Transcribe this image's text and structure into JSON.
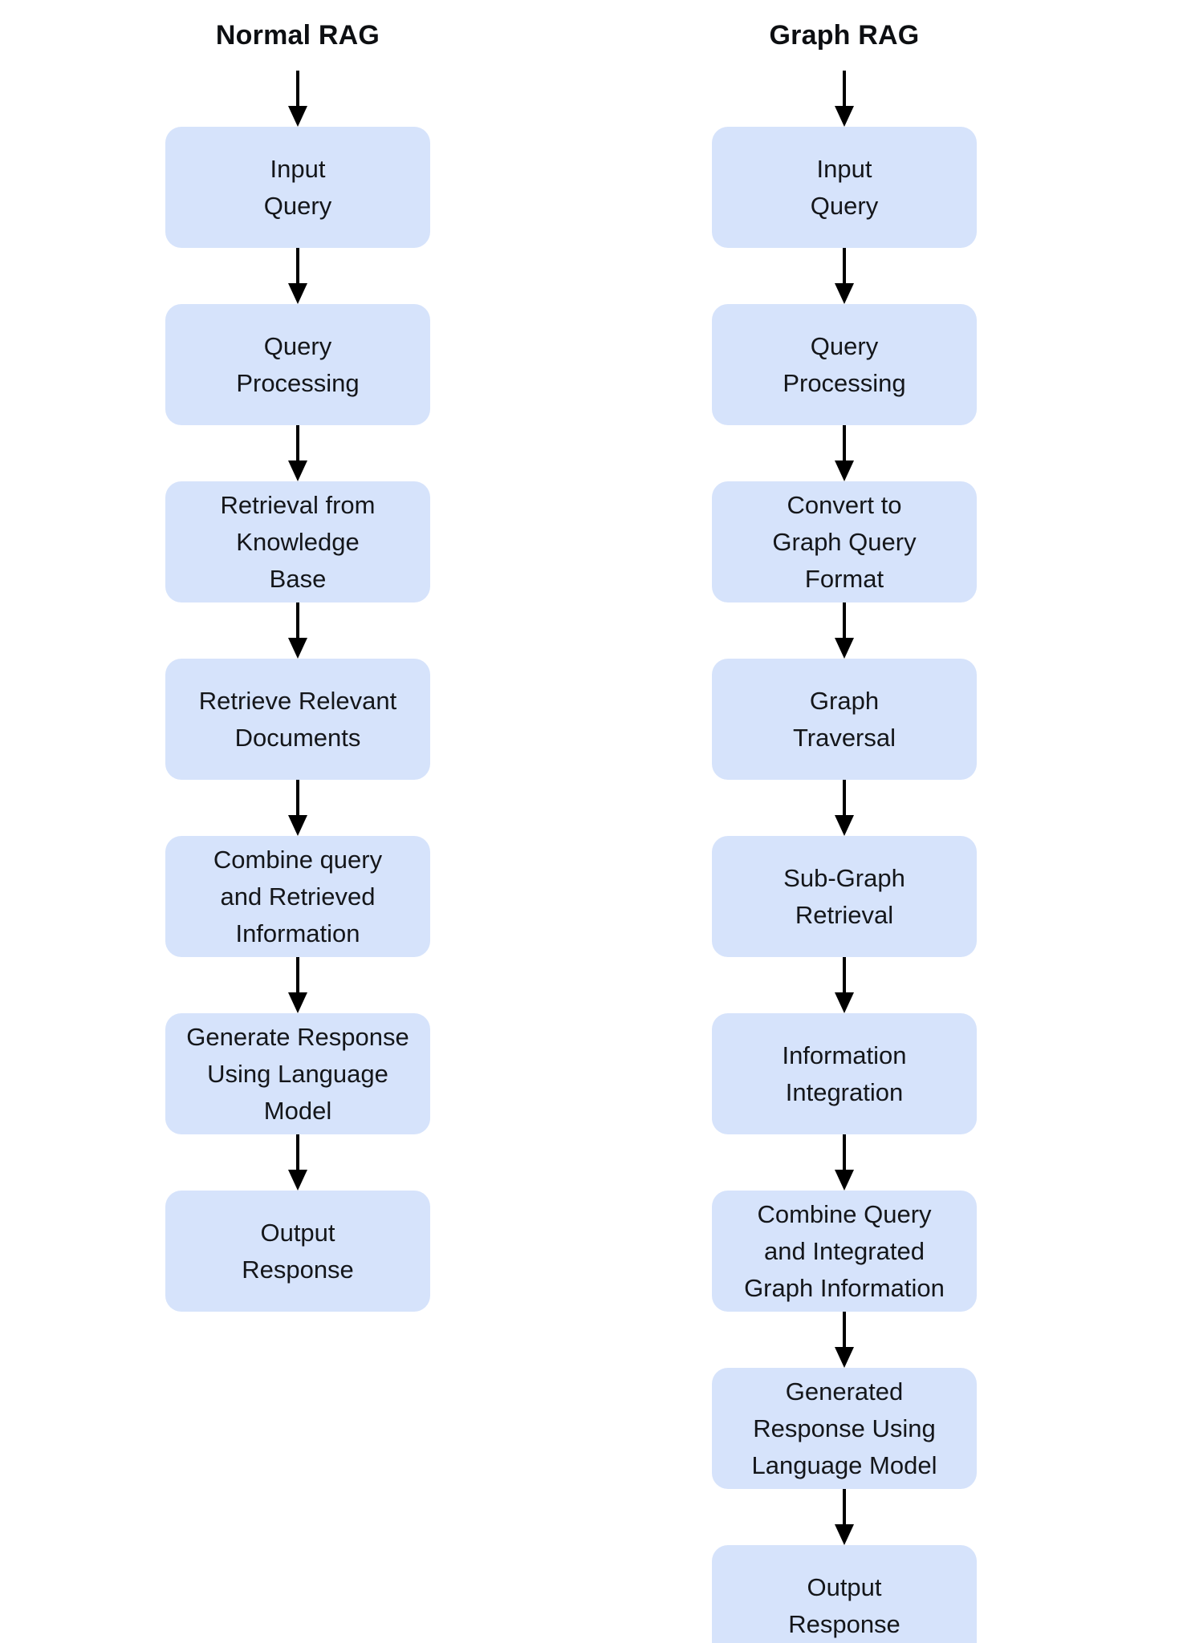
{
  "diagram": {
    "background_color": "#ffffff",
    "node_fill_color": "#d6e3fb",
    "node_text_color": "#14161a",
    "arrow_color": "#000000",
    "columns": [
      {
        "title": "Normal RAG",
        "nodes": [
          {
            "label": "Input\nQuery"
          },
          {
            "label": "Query\nProcessing"
          },
          {
            "label": "Retrieval from\nKnowledge\nBase"
          },
          {
            "label": "Retrieve Relevant\nDocuments"
          },
          {
            "label": "Combine query\nand Retrieved\nInformation"
          },
          {
            "label": "Generate Response\nUsing Language\nModel"
          },
          {
            "label": "Output\nResponse"
          }
        ]
      },
      {
        "title": "Graph RAG",
        "nodes": [
          {
            "label": "Input\nQuery"
          },
          {
            "label": "Query\nProcessing"
          },
          {
            "label": "Convert to\nGraph Query\nFormat"
          },
          {
            "label": "Graph\nTraversal"
          },
          {
            "label": "Sub-Graph\nRetrieval"
          },
          {
            "label": "Information\nIntegration"
          },
          {
            "label": "Combine Query\nand Integrated\nGraph Information"
          },
          {
            "label": "Generated\nResponse Using\nLanguage Model"
          },
          {
            "label": "Output\nResponse"
          }
        ]
      }
    ]
  }
}
